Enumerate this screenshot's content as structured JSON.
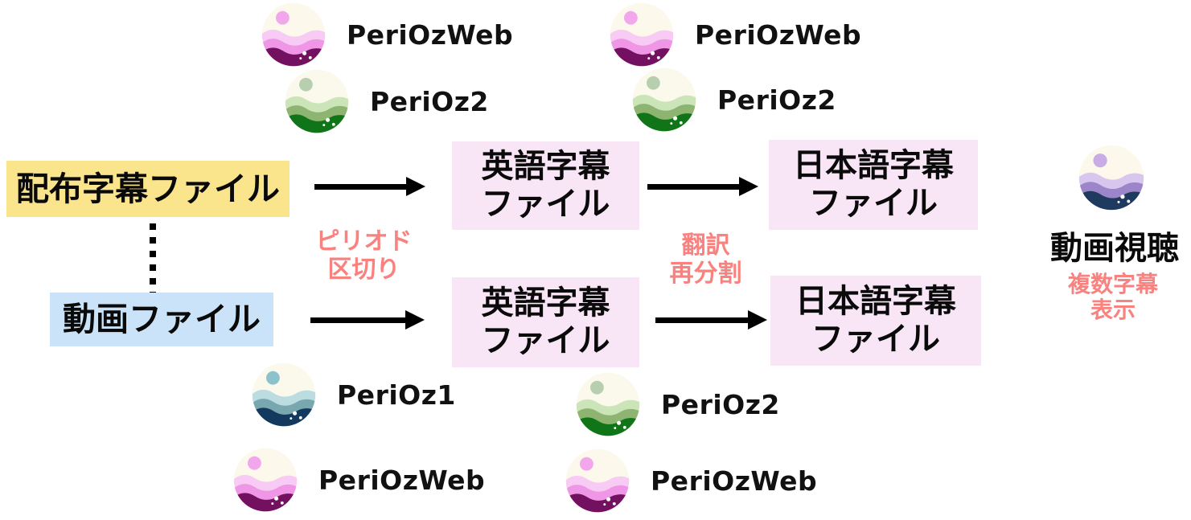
{
  "colors": {
    "yellow_box": "#FAE48C",
    "blue_box": "#CBE3F8",
    "pink_box": "#F8E5F6",
    "accent_red": "#F8827F",
    "text_black": "#0A0A0A",
    "arrow_black": "#000000"
  },
  "boxes": {
    "distributed_subtitle": {
      "label": "配布字幕ファイル"
    },
    "video_file": {
      "label": "動画ファイル"
    },
    "english_top": {
      "line1": "英語字幕",
      "line2": "ファイル"
    },
    "english_bottom": {
      "line1": "英語字幕",
      "line2": "ファイル"
    },
    "japanese_top": {
      "line1": "日本語字幕",
      "line2": "ファイル"
    },
    "japanese_bottom": {
      "line1": "日本語字幕",
      "line2": "ファイル"
    }
  },
  "process_labels": {
    "period_split": {
      "line1": "ピリオド",
      "line2": "区切り"
    },
    "translate_resplit": {
      "line1": "翻訳",
      "line2": "再分割"
    }
  },
  "viewing": {
    "title": "動画視聴",
    "note_line1": "複数字幕",
    "note_line2": "表示",
    "icon_variant": "purple"
  },
  "tools": {
    "top_left": [
      {
        "name": "PeriOzWeb",
        "variant": "pink"
      },
      {
        "name": "PeriOz2",
        "variant": "green"
      }
    ],
    "top_right": [
      {
        "name": "PeriOzWeb",
        "variant": "pink"
      },
      {
        "name": "PeriOz2",
        "variant": "green"
      }
    ],
    "bottom_left": [
      {
        "name": "PeriOz1",
        "variant": "blue"
      },
      {
        "name": "PeriOzWeb",
        "variant": "pink"
      }
    ],
    "bottom_middle": [
      {
        "name": "PeriOz2",
        "variant": "green"
      },
      {
        "name": "PeriOzWeb",
        "variant": "pink"
      }
    ]
  },
  "icon_variants": {
    "pink": {
      "bg": "#FCF8EB",
      "dot": "#F2A6EC",
      "wave1": "#F8CBF4",
      "wave2": "#EF96E6",
      "base": "#73105F"
    },
    "green": {
      "bg": "#FBF9EC",
      "dot": "#B8CFAF",
      "wave1": "#CCE5B8",
      "wave2": "#8DB470",
      "base": "#107519"
    },
    "blue": {
      "bg": "#FBF8EC",
      "dot": "#8EC2CB",
      "wave1": "#BBDCE0",
      "wave2": "#79A7B0",
      "base": "#14395E"
    },
    "purple": {
      "bg": "#FDF8EC",
      "dot": "#C9ABE5",
      "wave1": "#D9C6EE",
      "wave2": "#9C85C8",
      "base": "#1E3A5F"
    }
  }
}
